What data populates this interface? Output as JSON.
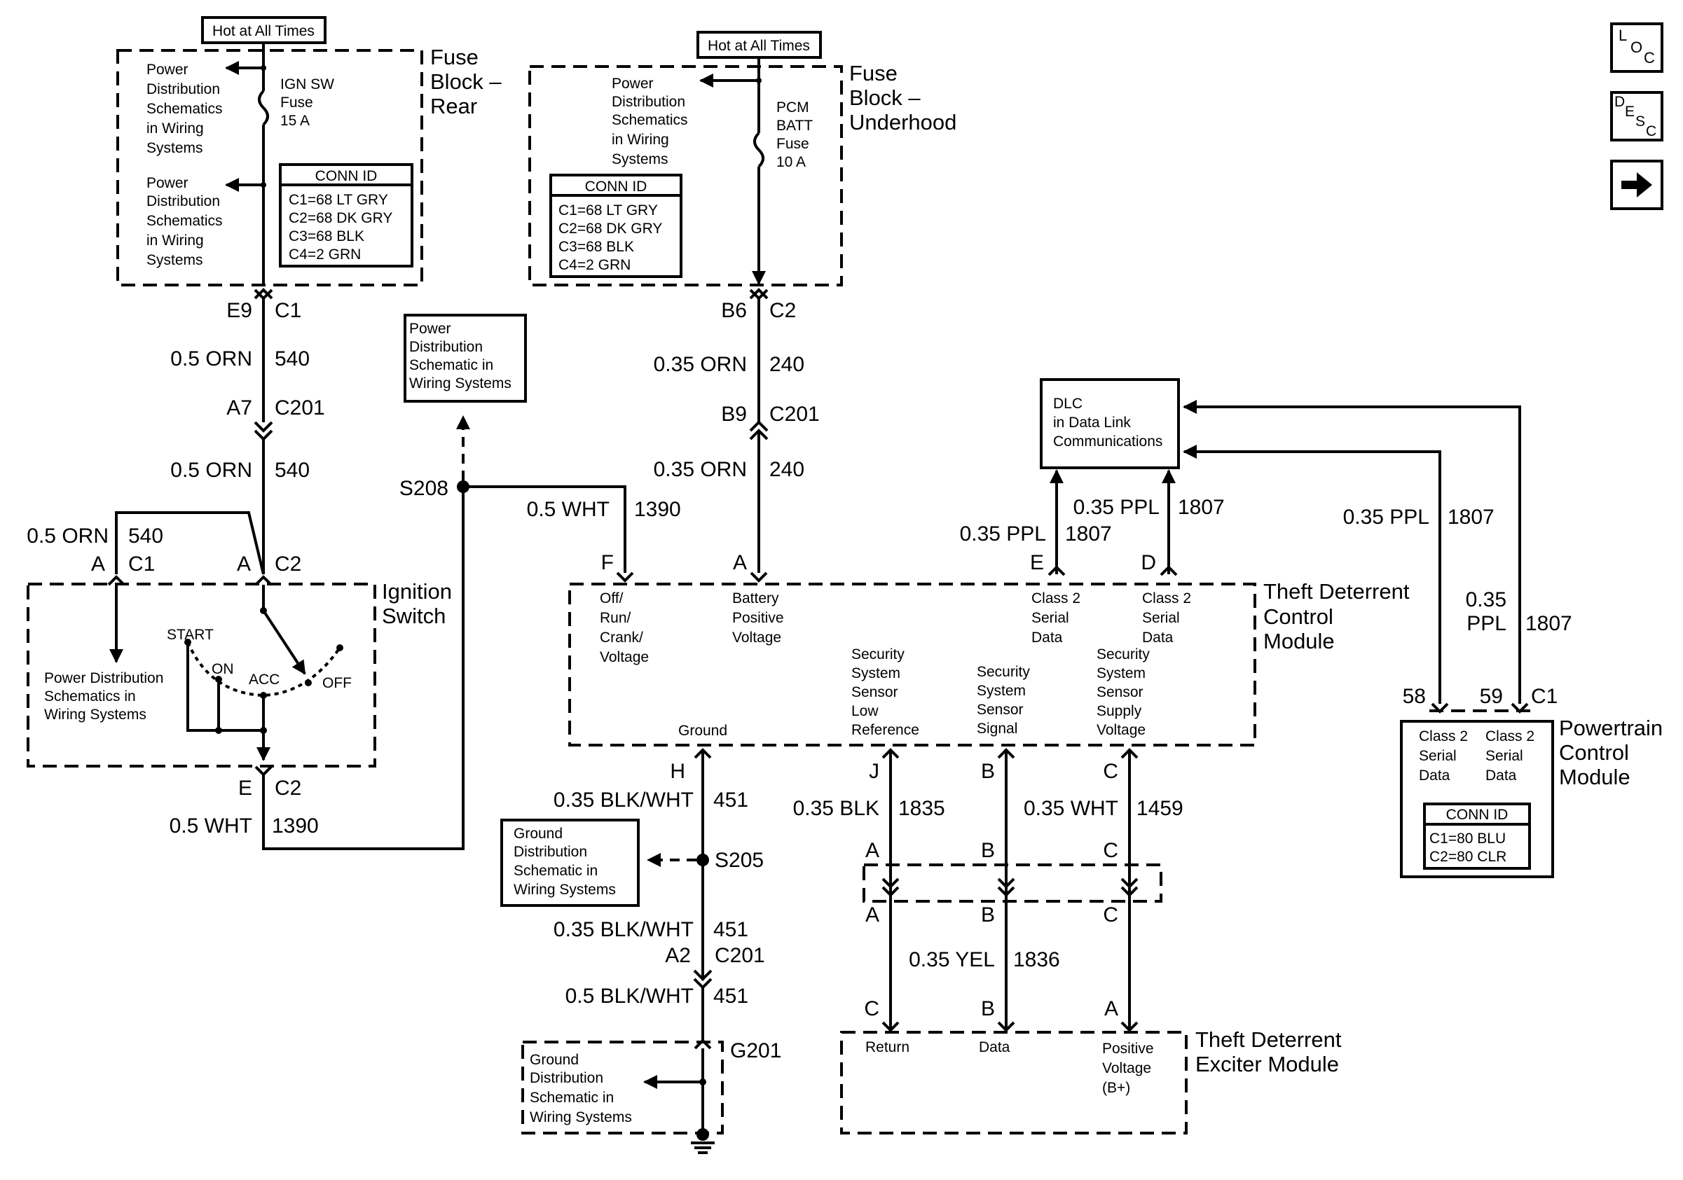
{
  "title_boxes": {
    "hot_rear": "Hot at All Times",
    "hot_underhood": "Hot at All Times"
  },
  "fuse_rear": {
    "label": [
      "Fuse",
      "Block –",
      "Rear"
    ],
    "pds1": [
      "Power",
      "Distribution",
      "Schematics",
      "in Wiring",
      "Systems"
    ],
    "pds2": [
      "Power",
      "Distribution",
      "Schematics",
      "in Wiring",
      "Systems"
    ],
    "fuse": [
      "IGN SW",
      "Fuse",
      "15 A"
    ],
    "conn_title": "CONN ID",
    "conn": [
      "C1=68 LT GRY",
      "C2=68 DK GRY",
      "C3=68 BLK",
      "C4=2 GRN"
    ]
  },
  "fuse_under": {
    "label": [
      "Fuse",
      "Block –",
      "Underhood"
    ],
    "pds": [
      "Power",
      "Distribution",
      "Schematics",
      "in Wiring",
      "Systems"
    ],
    "fuse": [
      "PCM",
      "BATT",
      "Fuse",
      "10 A"
    ],
    "conn_title": "CONN ID",
    "conn": [
      "C1=68 LT GRY",
      "C2=68 DK GRY",
      "C3=68 BLK",
      "C4=2 GRN"
    ]
  },
  "ignition": {
    "label": [
      "Ignition",
      "Switch"
    ],
    "pds": [
      "Power Distribution",
      "Schematics in",
      "Wiring Systems"
    ],
    "start": "START",
    "on": "ON",
    "acc": "ACC",
    "off": "OFF"
  },
  "pds_box": [
    "Power",
    "Distribution",
    "Schematic in",
    "Wiring Systems"
  ],
  "dlc_box": [
    "DLC",
    "in Data Link",
    "Communications"
  ],
  "gds_box": [
    "Ground",
    "Distribution",
    "Schematic in",
    "Wiring Systems"
  ],
  "gds_g201": [
    "Ground",
    "Distribution",
    "Schematic in",
    "Wiring Systems"
  ],
  "tdcm": {
    "label": [
      "Theft Deterrent",
      "Control",
      "Module"
    ],
    "pins": {
      "f": [
        "Off/",
        "Run/",
        "Crank/",
        "Voltage"
      ],
      "a": [
        "Battery",
        "Positive",
        "Voltage"
      ],
      "e": [
        "Class 2",
        "Serial",
        "Data"
      ],
      "d": [
        "Class 2",
        "Serial",
        "Data"
      ],
      "ground": "Ground",
      "j": [
        "Security",
        "System",
        "Sensor",
        "Low",
        "Reference"
      ],
      "b": [
        "Security",
        "System",
        "Sensor",
        "Signal"
      ],
      "c": [
        "Security",
        "System",
        "Sensor",
        "Supply",
        "Voltage"
      ]
    }
  },
  "pcm": {
    "label": [
      "Powertrain",
      "Control",
      "Module"
    ],
    "p58": [
      "Class 2",
      "Serial",
      "Data"
    ],
    "p59": [
      "Class 2",
      "Serial",
      "Data"
    ],
    "conn_title": "CONN ID",
    "conn": [
      "C1=80 BLU",
      "C2=80 CLR"
    ]
  },
  "exciter": {
    "label": [
      "Theft Deterrent",
      "Exciter Module"
    ],
    "c": "Return",
    "b": "Data",
    "a": [
      "Positive",
      "Voltage",
      "(B+)"
    ]
  },
  "wires": {
    "w540a": [
      "0.5 ORN",
      "540"
    ],
    "w540b": [
      "0.5 ORN",
      "540"
    ],
    "w540c": [
      "0.5 ORN",
      "540"
    ],
    "w1390a": [
      "0.5 WHT",
      "1390"
    ],
    "w1390b": [
      "0.5 WHT",
      "1390"
    ],
    "w240a": [
      "0.35 ORN",
      "240"
    ],
    "w240b": [
      "0.35 ORN",
      "240"
    ],
    "w1807a": [
      "0.35 PPL",
      "1807"
    ],
    "w1807b": [
      "0.35 PPL",
      "1807"
    ],
    "w1807c": [
      "0.35 PPL",
      "1807"
    ],
    "w1807d": [
      "0.35",
      "PPL",
      "1807"
    ],
    "w451a": [
      "0.35 BLK/WHT",
      "451"
    ],
    "w451b": [
      "0.35 BLK/WHT",
      "451"
    ],
    "w451c": [
      "0.5 BLK/WHT",
      "451"
    ],
    "w1835": [
      "0.35 BLK",
      "1835"
    ],
    "w1459": [
      "0.35 WHT",
      "1459"
    ],
    "w1836": [
      "0.35 YEL",
      "1836"
    ]
  },
  "connectors": {
    "e9": "E9",
    "c1a": "C1",
    "a7": "A7",
    "c201a": "C201",
    "a_ign1": "A",
    "c1_ign": "C1",
    "a_ign2": "A",
    "c2_ign": "C2",
    "e_ign": "E",
    "c2_ign2": "C2",
    "b6": "B6",
    "c2b": "C2",
    "b9": "B9",
    "c201b": "C201",
    "f": "F",
    "a_td": "A",
    "e_td": "E",
    "d_td": "D",
    "h": "H",
    "j": "J",
    "b_td": "B",
    "c_td": "C",
    "a2": "A2",
    "c201c": "C201",
    "p58": "58",
    "p59": "59",
    "c1_pcm": "C1",
    "ja1": "A",
    "jb1": "B",
    "jc1": "C",
    "ja2": "A",
    "jb2": "B",
    "jc2": "C",
    "ex_c": "C",
    "ex_b": "B",
    "ex_a": "A"
  },
  "splices": {
    "s208": "S208",
    "s205": "S205",
    "g201": "G201"
  },
  "side_icons": {
    "loc": [
      "L",
      "O",
      "C"
    ],
    "desc": [
      "D",
      "E",
      "S",
      "C"
    ],
    "next": "➔"
  }
}
